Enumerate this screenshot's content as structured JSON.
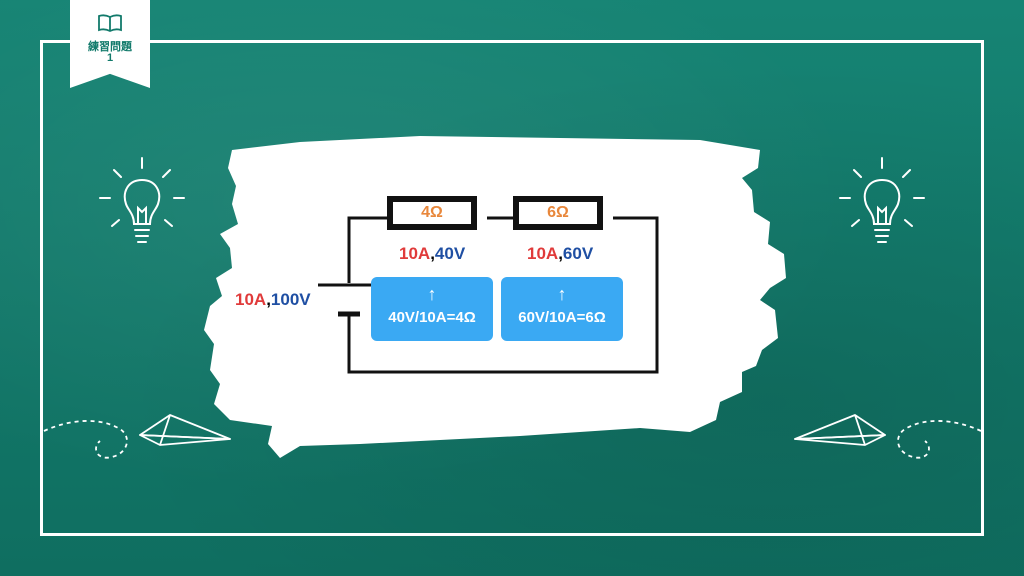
{
  "tag": {
    "title": "練習問題",
    "number": "1"
  },
  "circuit": {
    "source": {
      "current": "10A",
      "sep": ",",
      "voltage": "100V"
    },
    "resistors": [
      {
        "value": "4Ω",
        "current": "10A",
        "sep": ",",
        "voltage": "40V",
        "formula_arrow": "↑",
        "formula": "40V/10A=4Ω"
      },
      {
        "value": "6Ω",
        "current": "10A",
        "sep": ",",
        "voltage": "60V",
        "formula_arrow": "↑",
        "formula": "60V/10A=6Ω"
      }
    ]
  },
  "colors": {
    "chalkboard": "#127a6b",
    "current": "#e03a3a",
    "voltage": "#1f4fa3",
    "resistance": "#e8873b",
    "card": "#3aa9f3"
  },
  "icons": [
    "open-book-icon",
    "lightbulb-icon",
    "paper-airplane-icon"
  ]
}
